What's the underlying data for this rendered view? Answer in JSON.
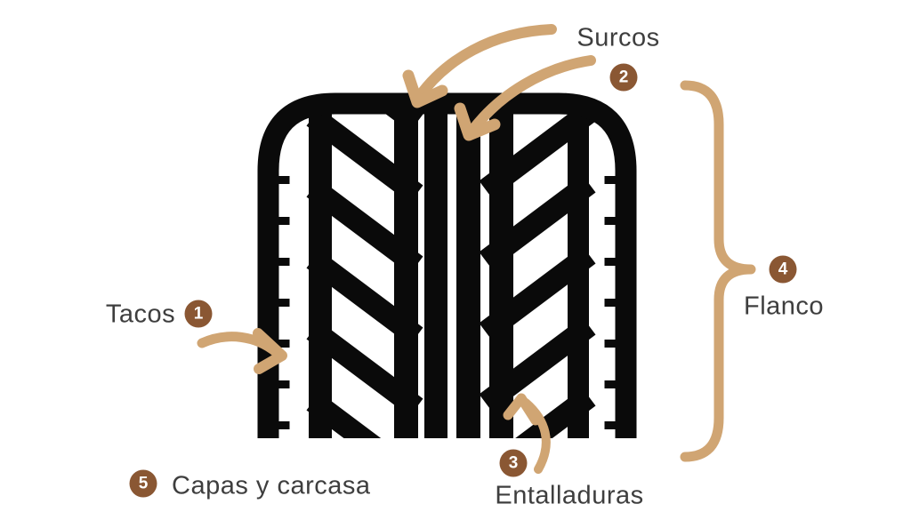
{
  "colors": {
    "ink": "#0a0a0a",
    "tan": "#d0a573",
    "badge": "#8a5733",
    "text": "#3e3e3e"
  },
  "labels": {
    "tacos": {
      "text": "Tacos",
      "number": "1"
    },
    "surcos": {
      "text": "Surcos",
      "number": "2"
    },
    "entalladuras": {
      "text": "Entalladuras",
      "number": "3"
    },
    "flanco": {
      "text": "Flanco",
      "number": "4"
    },
    "capas_y_carcasa": {
      "text": "Capas y carcasa",
      "number": "5"
    }
  }
}
